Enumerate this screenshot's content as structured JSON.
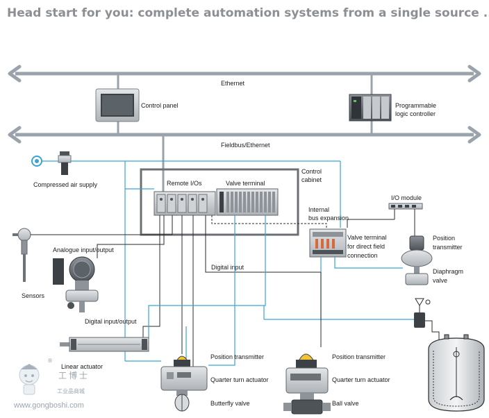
{
  "title": "Head start for you: complete automation systems from a single source ...",
  "buses": {
    "ethernet": "Ethernet",
    "fieldbus": "Fieldbus/Ethernet"
  },
  "components": {
    "control_panel": "Control panel",
    "plc_line1": "Programmable",
    "plc_line2": "logic controller",
    "control_cabinet_line1": "Control",
    "control_cabinet_line2": "cabinet",
    "compressed_air": "Compressed air supply",
    "remote_ios": "Remote I/Os",
    "valve_terminal": "Valve terminal",
    "internal_bus_line1": "Internal",
    "internal_bus_line2": "bus expansion",
    "io_module": "I/O module",
    "vt_field_line1": "Valve terminal",
    "vt_field_line2": "for direct field",
    "vt_field_line3": "connection",
    "position_transmitter_line1": "Position",
    "position_transmitter_line2": "transmitter",
    "diaphragm_line1": "Diaphragm",
    "diaphragm_line2": "valve",
    "analogue_io": "Analogue input/output",
    "sensors": "Sensors",
    "digital_input": "Digital input",
    "digital_io": "Digital input/output",
    "linear_actuator": "Linear actuator",
    "pt_left": "Position transmitter",
    "qta_left": "Quarter turn actuator",
    "butterfly_valve": "Butterfly valve",
    "pt_right": "Position transmitter",
    "qta_right": "Quarter turn actuator",
    "ball_valve": "Ball valve"
  },
  "watermark": {
    "brand_cn": "工博士",
    "sub_cn": "工业品商城",
    "url": "www.gongboshi.com",
    "registered": "®"
  },
  "colors": {
    "bus_gray": "#9aa3ab",
    "signal_blue": "#3aa3d6",
    "wire_dark": "#2a2a2a",
    "cabinet_border": "#6b6f73",
    "title_gray": "#8c8f93"
  }
}
